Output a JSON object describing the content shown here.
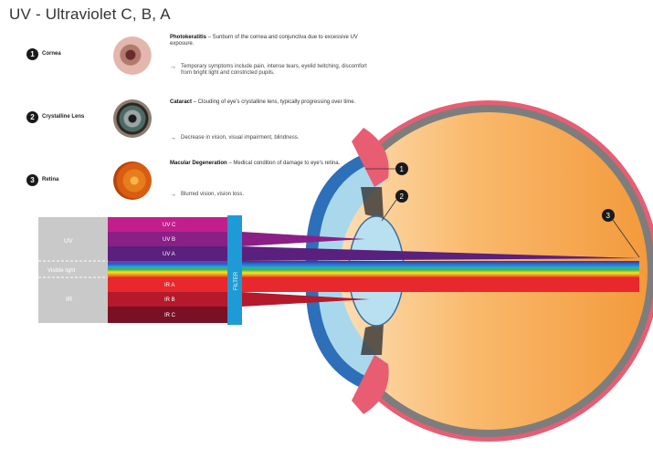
{
  "title": "UV  - Ultraviolet C, B, A",
  "conditions": [
    {
      "number": "1",
      "part": "Cornea",
      "name": "Photokeratitis",
      "description": " – Sunburn of the cornea and conjunctiva due to excessive UV exposure.",
      "bullet": "Temporary symptoms include pain, intense tears, eyelid twitching, discomfort from bright light and constricted pupils."
    },
    {
      "number": "2",
      "part": "Crystalline Lens",
      "name": "Cataract",
      "description": " – Clouding of eye's crystalline lens, typically progressing over time.",
      "bullet": "Decrease in vision, visual impairment, blindness."
    },
    {
      "number": "3",
      "part": "Retina",
      "name": "Macular Degeneration",
      "description": " – Medical condition of damage to eye's retina.",
      "bullet": "Blurred vision, vision loss."
    }
  ],
  "spectrum": {
    "uv_label": "UV",
    "visible_label": "Visible light",
    "ir_label": "IR",
    "filter_label": "FILTER",
    "bands": [
      "UV C",
      "UV B",
      "UV A",
      "IR A",
      "IR B",
      "IR C"
    ]
  },
  "callouts": [
    "1",
    "2",
    "3"
  ],
  "colors": {
    "uvc": "#c21f8c",
    "uvb": "#8a1f86",
    "uva": "#5b1f7e",
    "ira": "#e8282d",
    "irb": "#b4192c",
    "irc": "#7a1024",
    "filter": "#1e9ad6",
    "eye": "#f7a54d",
    "sclera": "#7b7b7b",
    "cornea": "#a9d8ec"
  }
}
